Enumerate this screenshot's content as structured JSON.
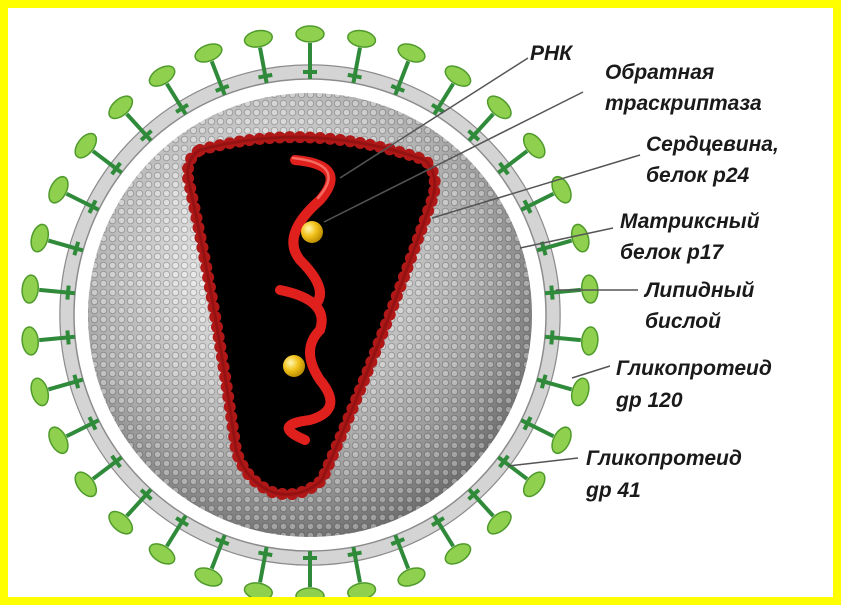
{
  "labels": {
    "rna": "РНК",
    "rt_line1": "Обратная",
    "rt_line2": "траскриптаза",
    "core_line1": "Сердцевина,",
    "core_line2": "белок р24",
    "matrix_line1": "Матриксный",
    "matrix_line2": "белок р17",
    "lipid_line1": "Липидный",
    "lipid_line2": "бислой",
    "gp120_line1": "Гликопротеид",
    "gp120_line2": "gp 120",
    "gp41_line1": "Гликопротеид",
    "gp41_line2": "gp 41"
  },
  "colors": {
    "page_border": "#ffff00",
    "background": "#ffffff",
    "spike_head": "#8fd14f",
    "spike_stem": "#2f8a3a",
    "membrane": "#c8c8c8",
    "capsid_fill": "#000000",
    "capsid_beads": "#b01818",
    "rna": "#e0201c",
    "enzyme": "#f2c21a",
    "leader": "#555555"
  }
}
